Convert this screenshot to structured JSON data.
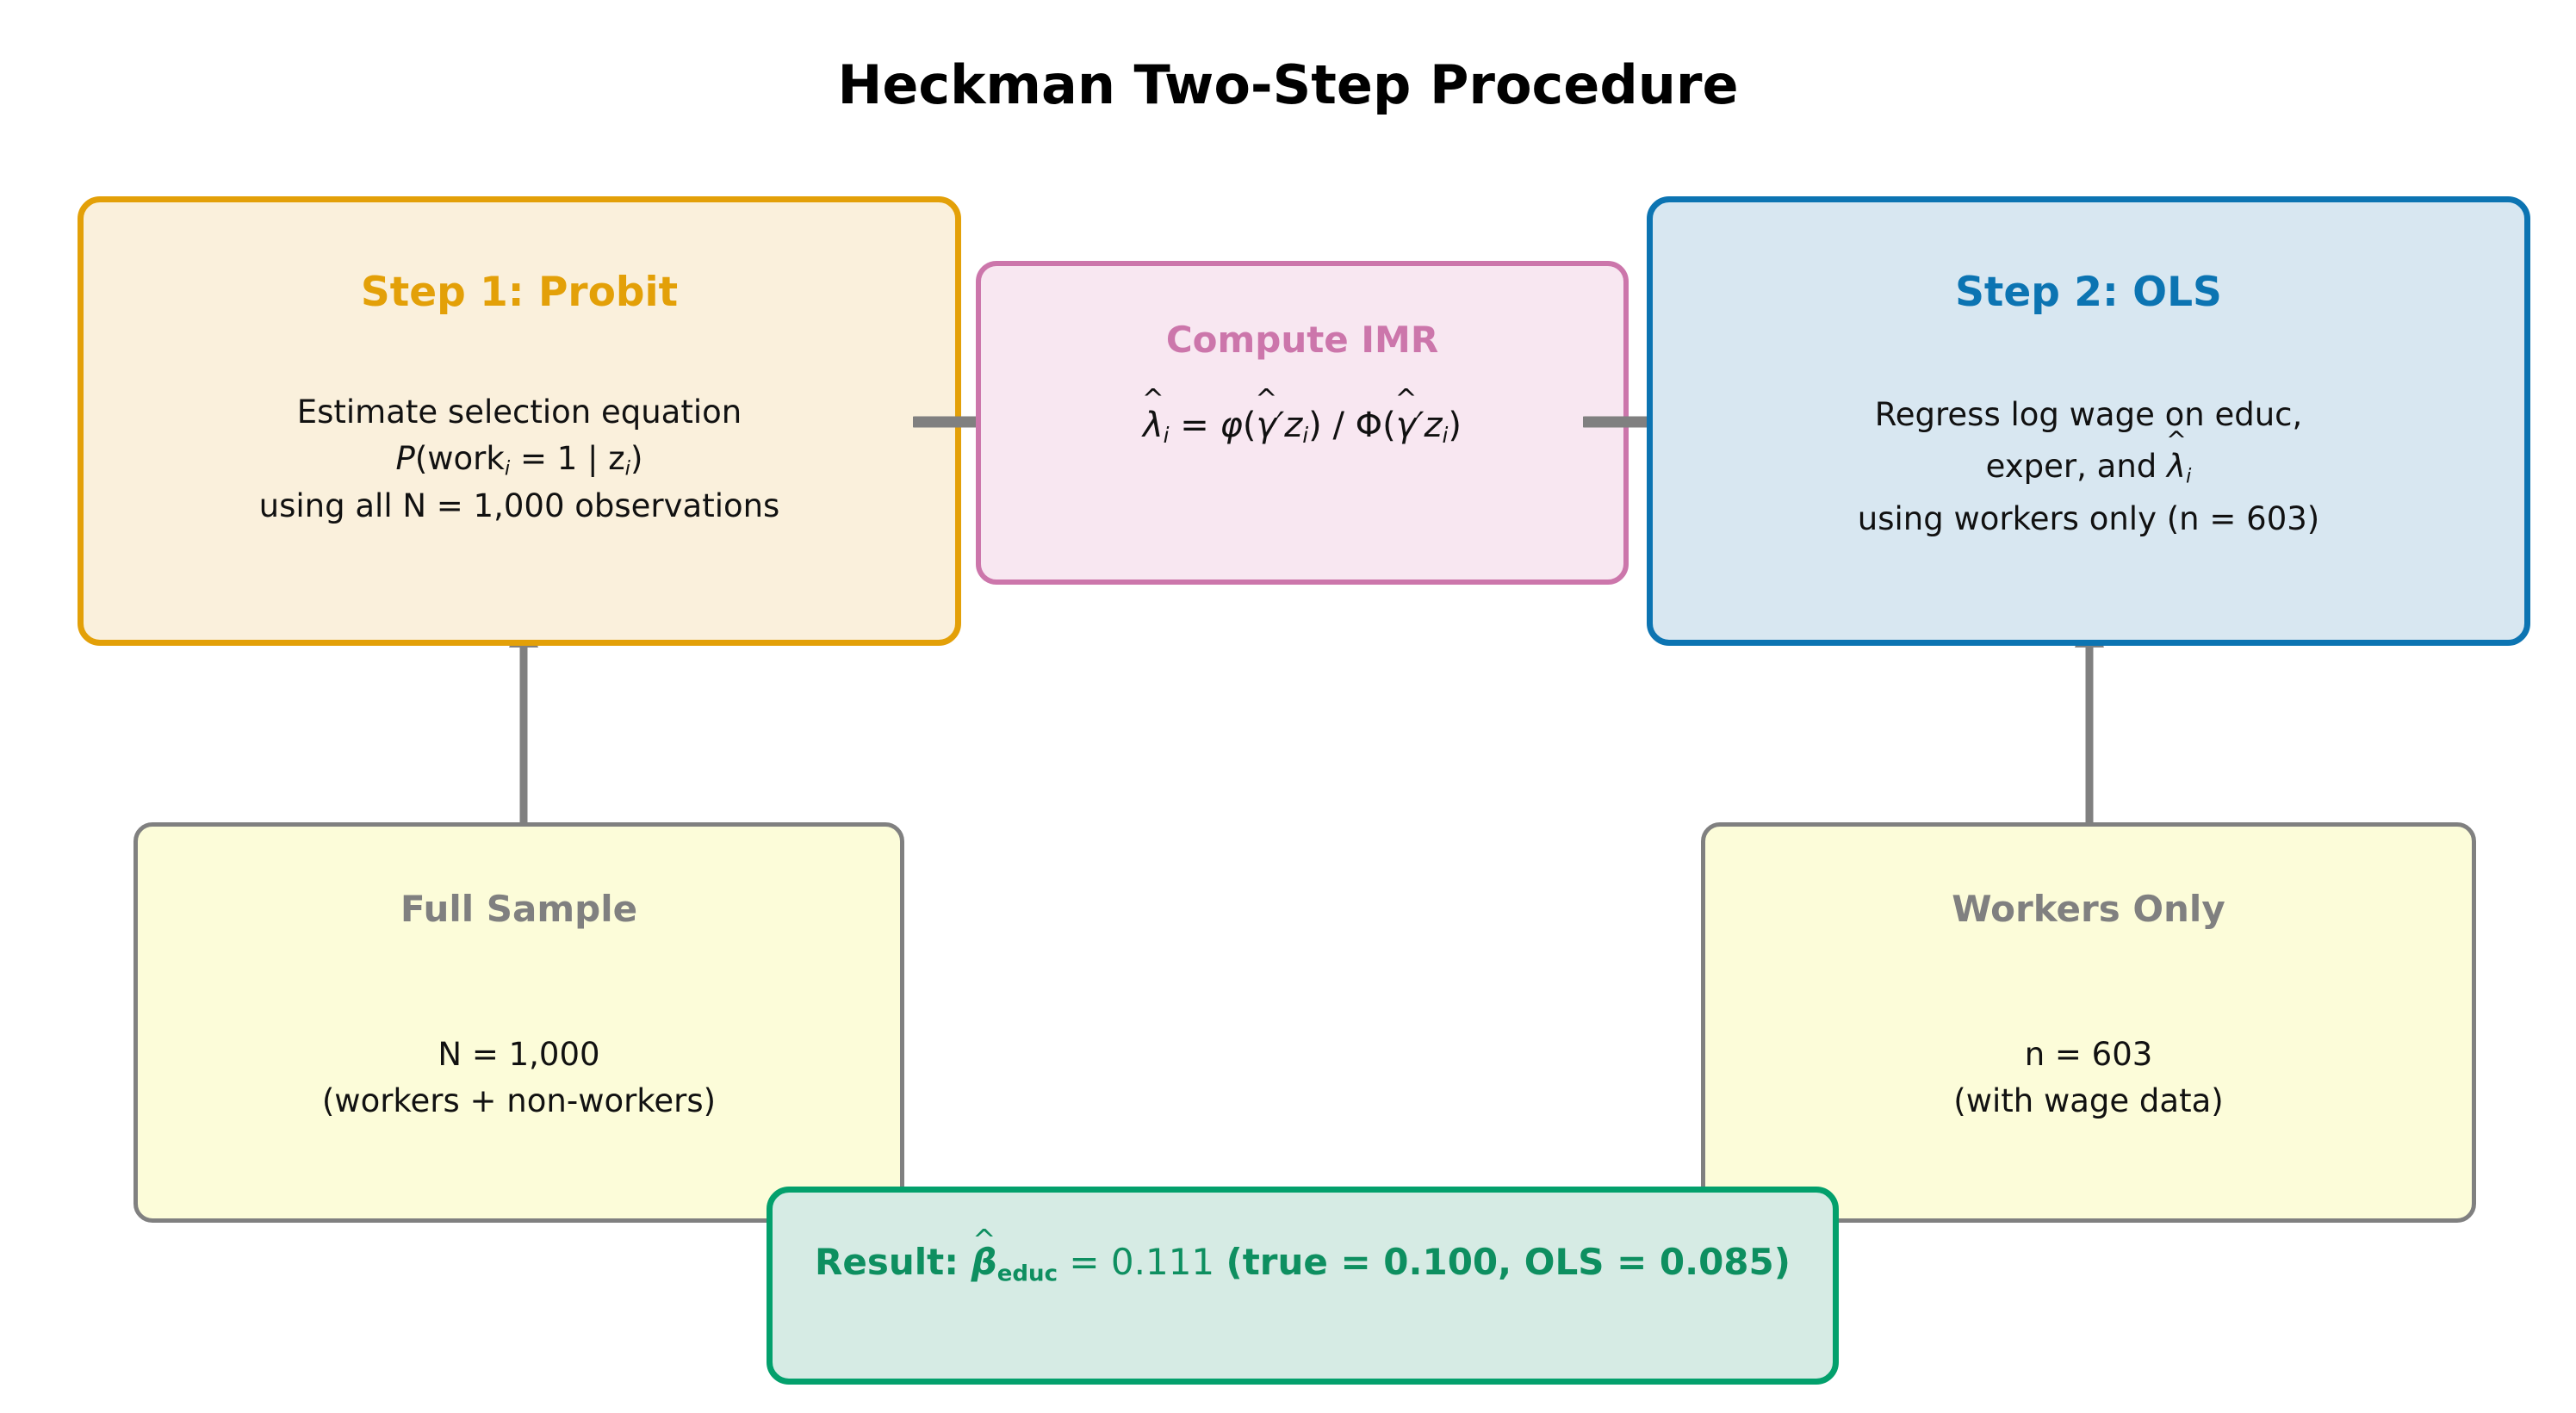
{
  "title": "Heckman Two-Step Procedure",
  "colors": {
    "step1_border": "#E3A008",
    "step1_fill": "#FAF0DC",
    "imr_border": "#CC76AB",
    "imr_fill": "#F8E7F1",
    "step2_border": "#0C74B2",
    "step2_fill": "#D8E7F1",
    "sample_border": "#808080",
    "sample_fill": "#FCFCD9",
    "result_border": "#03A06C",
    "result_fill": "#D6EBE4",
    "arrow": "#808080",
    "title_color": "#000000"
  },
  "boxes": {
    "step1": {
      "heading": "Step 1: Probit",
      "line1": "Estimate selection equation",
      "line2_prefix": "P",
      "line2_body": "(work",
      "line2_sub1": "i",
      "line2_mid": " = 1 | z",
      "line2_sub2": "i",
      "line2_suffix": ")",
      "line3": "using all N = 1,000 observations"
    },
    "imr": {
      "heading": "Compute IMR",
      "formula": {
        "lambda": "λ",
        "hat": "^",
        "sub_i": "i",
        "eq": " = ",
        "phi_small": "φ",
        "open": "(",
        "gamma": "γ",
        "prime": "′",
        "z": "z",
        "close": ")",
        "slash": " / ",
        "phi_cap": "Φ"
      }
    },
    "step2": {
      "heading": "Step 2: OLS",
      "line1": "Regress log wage on educ,",
      "line2_prefix": "exper, and ",
      "line2_lambda": "λ",
      "line2_hat": "^",
      "line2_sub": "i",
      "line3": "using workers only (n = 603)"
    },
    "full_sample": {
      "heading": "Full Sample",
      "line1": "N = 1,000",
      "line2": "(workers + non-workers)"
    },
    "workers_only": {
      "heading": "Workers Only",
      "line1": "n = 603",
      "line2": "(with wage data)"
    },
    "result": {
      "label": "Result: ",
      "beta": "β",
      "hat": "^",
      "sub": "educ",
      "value": " = 0.111 ",
      "comparison": "(true = 0.100, OLS = 0.085)"
    }
  },
  "connectors": {
    "arrow_step1_to_imr": "arrow-right",
    "arrow_imr_to_step2": "arrow-right",
    "arrow_full_sample_to_step1": "arrow-up",
    "arrow_workers_to_step2": "arrow-up"
  },
  "chart_data": {
    "type": "diagram",
    "title": "Heckman Two-Step Procedure",
    "nodes": [
      {
        "id": "step1",
        "label": "Step 1: Probit",
        "group": "main",
        "N": 1000
      },
      {
        "id": "imr",
        "label": "Compute IMR",
        "group": "main"
      },
      {
        "id": "step2",
        "label": "Step 2: OLS",
        "group": "main",
        "n": 603
      },
      {
        "id": "full_sample",
        "label": "Full Sample",
        "group": "data",
        "N": 1000
      },
      {
        "id": "workers_only",
        "label": "Workers Only",
        "group": "data",
        "n": 603
      },
      {
        "id": "result",
        "label": "Result",
        "group": "result"
      }
    ],
    "edges": [
      {
        "from": "step1",
        "to": "imr",
        "direction": "right"
      },
      {
        "from": "imr",
        "to": "step2",
        "direction": "right"
      },
      {
        "from": "full_sample",
        "to": "step1",
        "direction": "up"
      },
      {
        "from": "workers_only",
        "to": "step2",
        "direction": "up"
      }
    ],
    "values": {
      "beta_educ_heckman": 0.111,
      "beta_educ_true": 0.1,
      "beta_educ_ols": 0.085,
      "N_full": 1000,
      "n_workers": 603
    }
  }
}
